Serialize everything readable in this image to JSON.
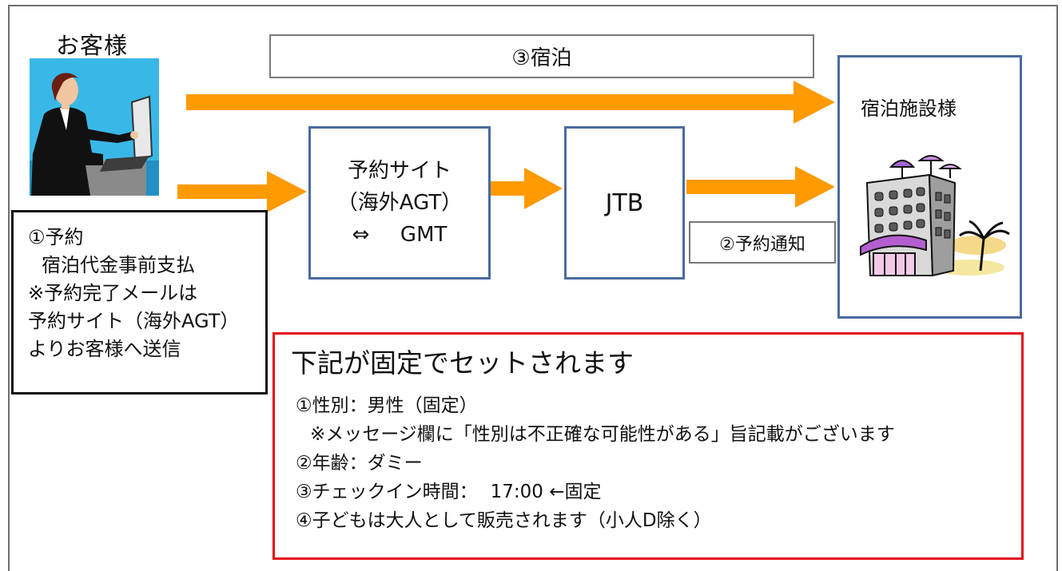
{
  "colors": {
    "arrow": "#ff9a00",
    "box_border_blue": "#4a6aa0",
    "highlight_border_red": "#e0101a"
  },
  "customer": {
    "title": "お客様",
    "image_icon": "person-at-laptop-icon"
  },
  "stay_bar": {
    "label": "③宿泊"
  },
  "booking_site": {
    "line1": "予約サイト",
    "line2": "（海外AGT）",
    "line3_symbol": "⇔",
    "line3_text": "GMT"
  },
  "jtb": {
    "label": "JTB"
  },
  "notification": {
    "label": "②予約通知"
  },
  "hotel": {
    "title": "宿泊施設様",
    "image_icon": "hotel-building-icon"
  },
  "reservation_note": {
    "lines": [
      "①予約",
      "宿泊代金事前支払",
      "※予約完了メールは",
      "予約サイト（海外AGT）",
      "よりお客様へ送信"
    ]
  },
  "fixed_settings": {
    "title": "下記が固定でセットされます",
    "item1": "①性別：男性（固定）",
    "item1_note": "※メッセージ欄に「性別は不正確な可能性がある」旨記載がございます",
    "item2": "②年齢：ダミー",
    "item3_label": "③チェックイン時間：",
    "item3_value": "17:00 ←固定",
    "item4": "④子どもは大人として販売されます（小人D除く）"
  }
}
